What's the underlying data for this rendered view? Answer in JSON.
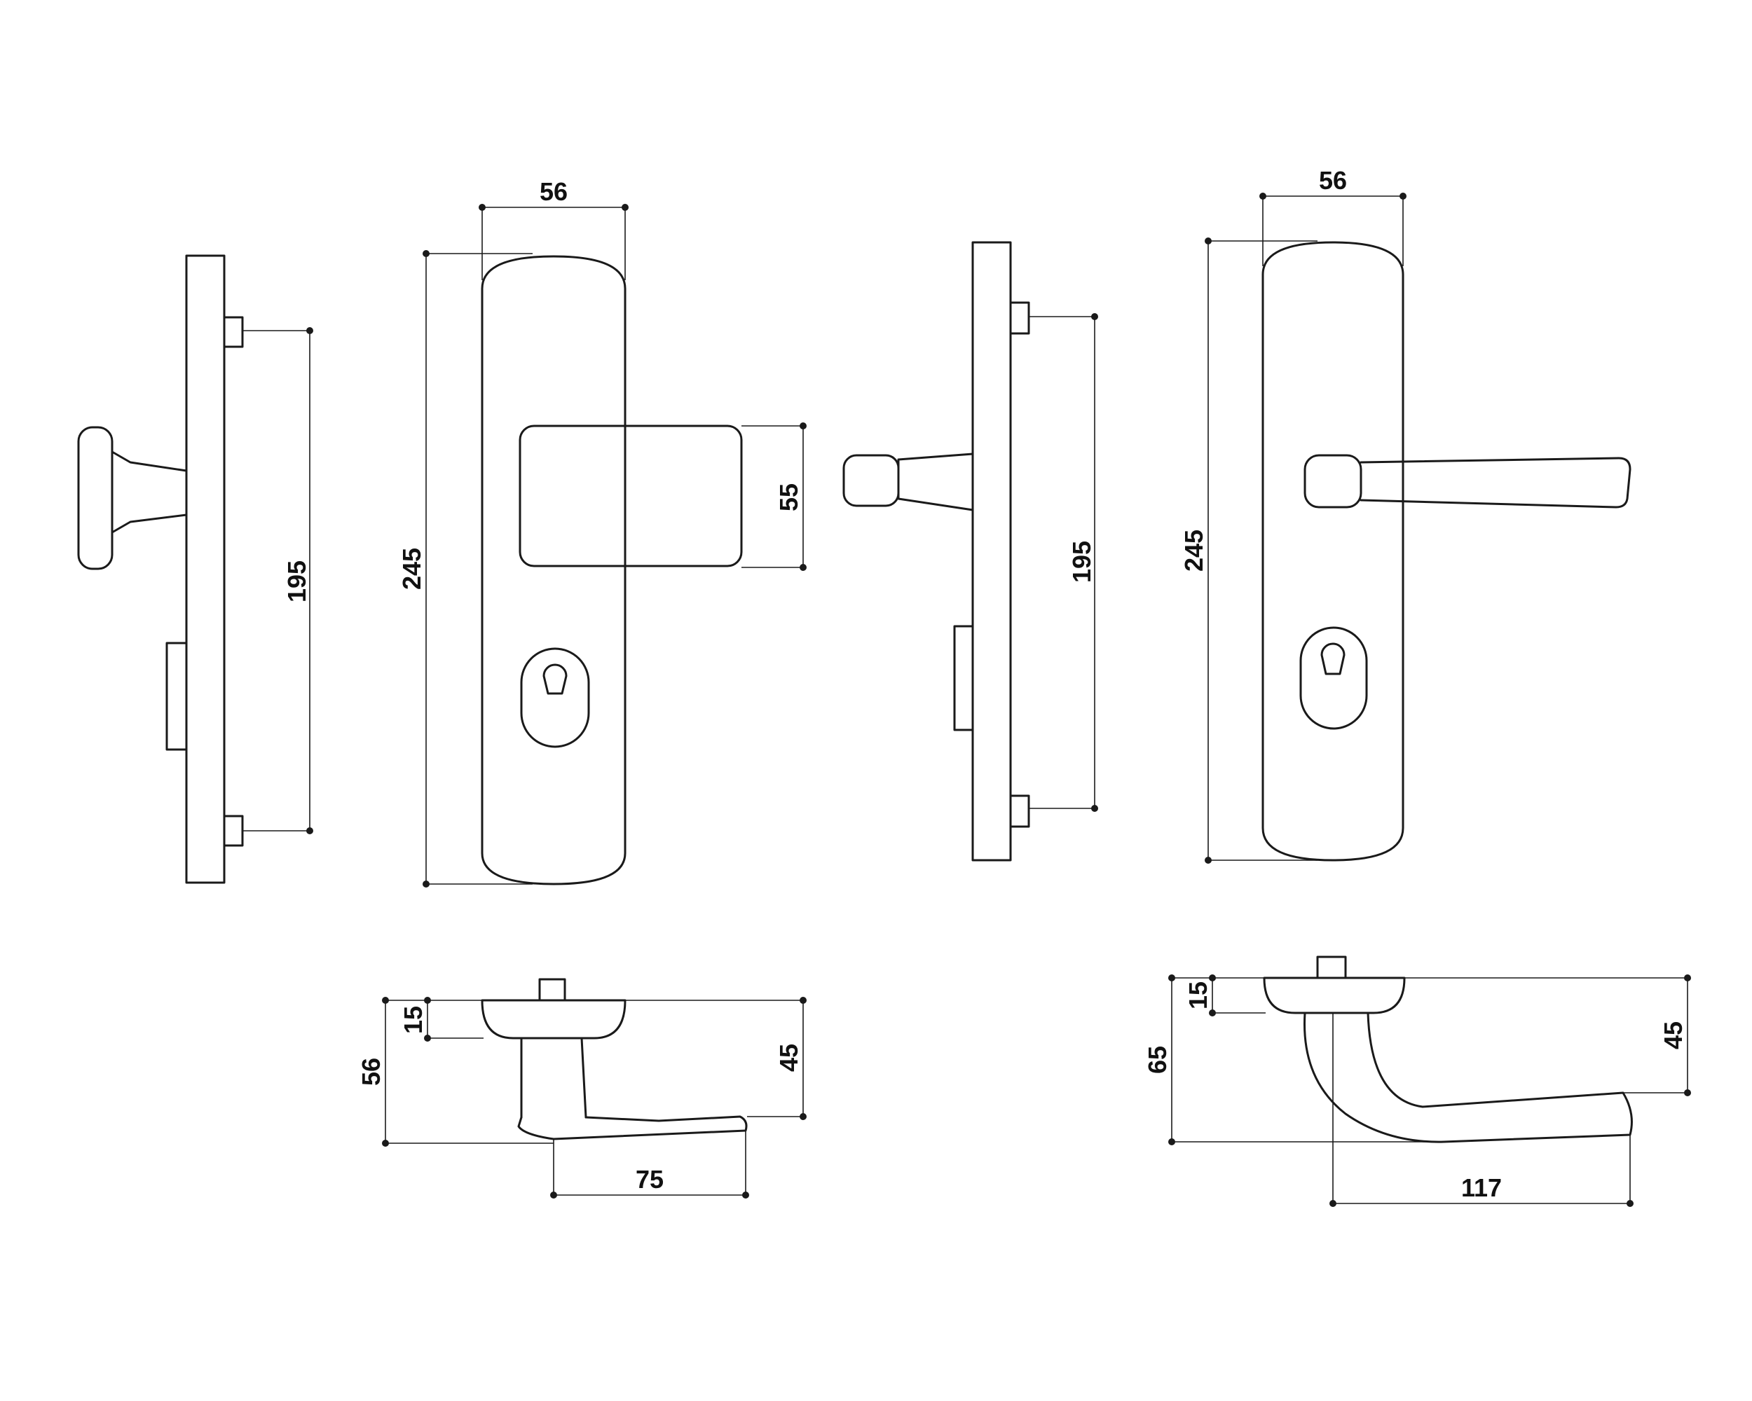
{
  "dimensions": {
    "knob_side_screw_spacing": "195",
    "knob_front_width": "56",
    "knob_front_height": "245",
    "knob_front_handle_height": "55",
    "lever_side_screw_spacing": "195",
    "lever_front_width": "56",
    "lever_front_height": "245",
    "knob_top_rose_height": "15",
    "knob_top_total_height": "56",
    "knob_top_handle_height": "45",
    "knob_top_handle_length": "75",
    "lever_top_rose_height": "15",
    "lever_top_total_height": "65",
    "lever_top_handle_height": "45",
    "lever_top_handle_length": "117"
  },
  "colors": {
    "line": "#1a1a1a",
    "background": "#ffffff"
  }
}
